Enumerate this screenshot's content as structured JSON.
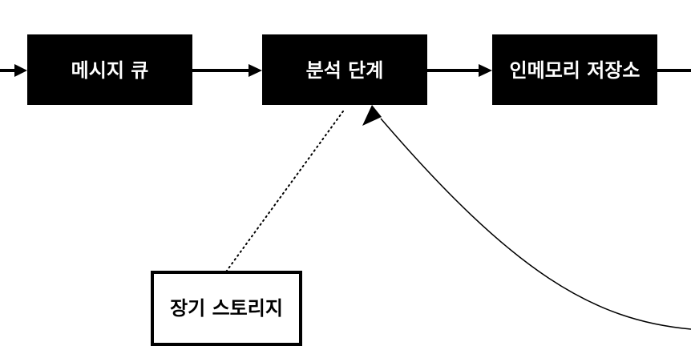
{
  "nodes": {
    "message_queue": "메시지 큐",
    "analysis_stage": "분석 단계",
    "in_memory_store": "인메모리 저장소",
    "long_term_storage": "장기 스토리지"
  },
  "colors": {
    "node_fill": "#000000",
    "node_text": "#ffffff",
    "line": "#000000",
    "background": "#ffffff"
  }
}
